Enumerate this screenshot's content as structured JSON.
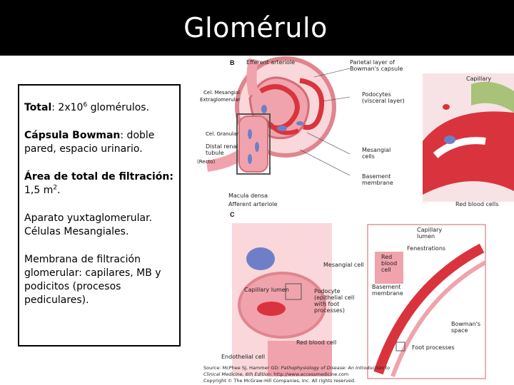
{
  "title": "Glomérulo",
  "text_box": {
    "total_label": "Total",
    "total_value": ": 2x10",
    "total_exp": "6",
    "total_suffix": " glomérulos.",
    "capsula_label": "Cápsula Bowman",
    "capsula_text": ": doble pared, espacio urinario.",
    "area_label": "Área de total de filtración:",
    "area_value": "1,5 m",
    "area_exp": "2",
    "area_suffix": ".",
    "aparato_text": "Aparato yuxtaglomerular. Células Mesangiales.",
    "membrana_text": "Membrana de filtración glomerular: capilares, MB y podicitos (procesos pediculares)."
  },
  "annotations": {
    "mesangial_extra_1": "Cel. Mesangial",
    "mesangial_extra_2": "Extraglomerular",
    "granular": "Cel. Granular",
    "recto": "(Recto)"
  },
  "figure_labels": {
    "panel_b": "B",
    "panel_c": "C",
    "efferent": "Efferent arteriole",
    "parietal_1": "Parietal layer of",
    "parietal_2": "Bowman's capsule",
    "podocytes_1": "Podocytes",
    "podocytes_2": "(visceral layer)",
    "capillary": "Capillary",
    "distal_1": "Distal renal",
    "distal_2": "tubule",
    "mesangial_1": "Mesangial",
    "mesangial_2": "cells",
    "basement_1": "Basement",
    "basement_2": "membrane",
    "macula": "Macula densa",
    "afferent": "Afferent arteriole",
    "rbc_top": "Red blood cells",
    "cap_lumen_1": "Capillary",
    "cap_lumen_2": "lumen",
    "fenestrations": "Fenestrations",
    "rbc_1": "Red",
    "rbc_2": "blood",
    "rbc_3": "cell",
    "mesangial_cell": "Mesangial cell",
    "capillary_lumen": "Capillary lumen",
    "podocyte_1": "Podocyte",
    "podocyte_2": "(epithelial cell",
    "podocyte_3": "with foot",
    "podocyte_4": "processes)",
    "basement_c_1": "Basement",
    "basement_c_2": "membrane",
    "bowman_1": "Bowman's",
    "bowman_2": "space",
    "rbc_c": "Red blood cell",
    "endothelial": "Endothelial cell",
    "foot_processes": "Foot processes"
  },
  "source": {
    "line1_prefix": "Source: McPhee SJ, Hammer GD: ",
    "line1_italic": "Pathophysiology of Disease: An Introduction to",
    "line2_italic": "Clinical Medicine, 6th Edition",
    "line2_suffix": ": http://www.accessmedicine.com",
    "line3": "Copyright © The McGraw-Hill Companies, Inc. All rights reserved."
  },
  "colors": {
    "title_bg": "#000000",
    "tissue_pink": "#f0a3ac",
    "tissue_light": "#f9d7da",
    "capillary_red": "#d9343e",
    "nucleus_blue": "#6f7fc7",
    "highlight_box": "#555555"
  }
}
